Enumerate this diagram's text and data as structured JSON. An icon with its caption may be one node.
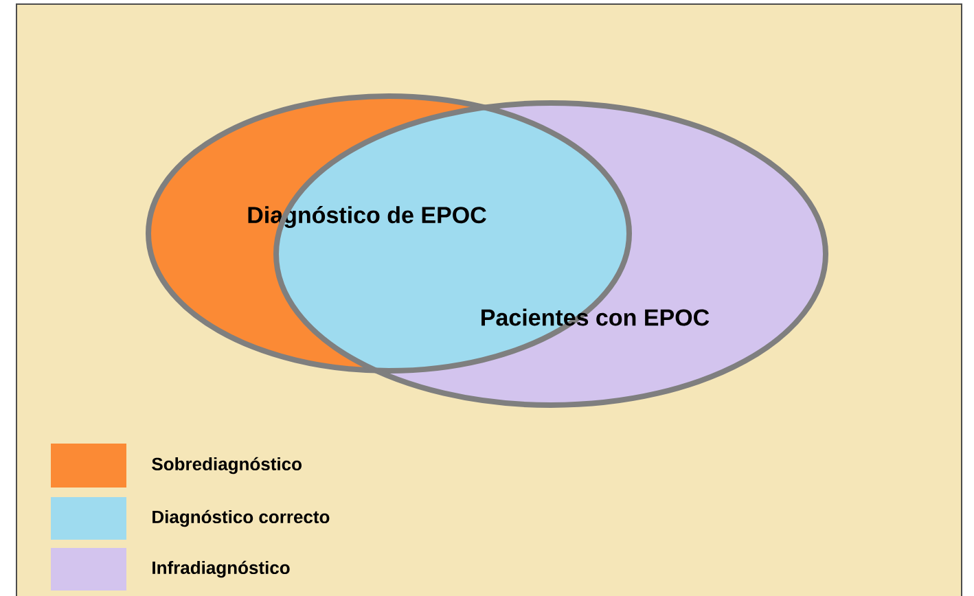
{
  "diagram": {
    "nodes": [
      {
        "text": [
          "Diagnóstico de EPOC"
        ]
      },
      {
        "text": [
          "Pacientes con EPOC"
        ]
      }
    ],
    "edges": [],
    "legend": [
      {
        "text": "Sobrediagnóstico",
        "color": "#fb8a35"
      },
      {
        "text": "Diagnóstico correcto",
        "color": "#9edbef"
      },
      {
        "text": "Infradiagnóstico",
        "color": "#d3c4ee"
      }
    ]
  }
}
